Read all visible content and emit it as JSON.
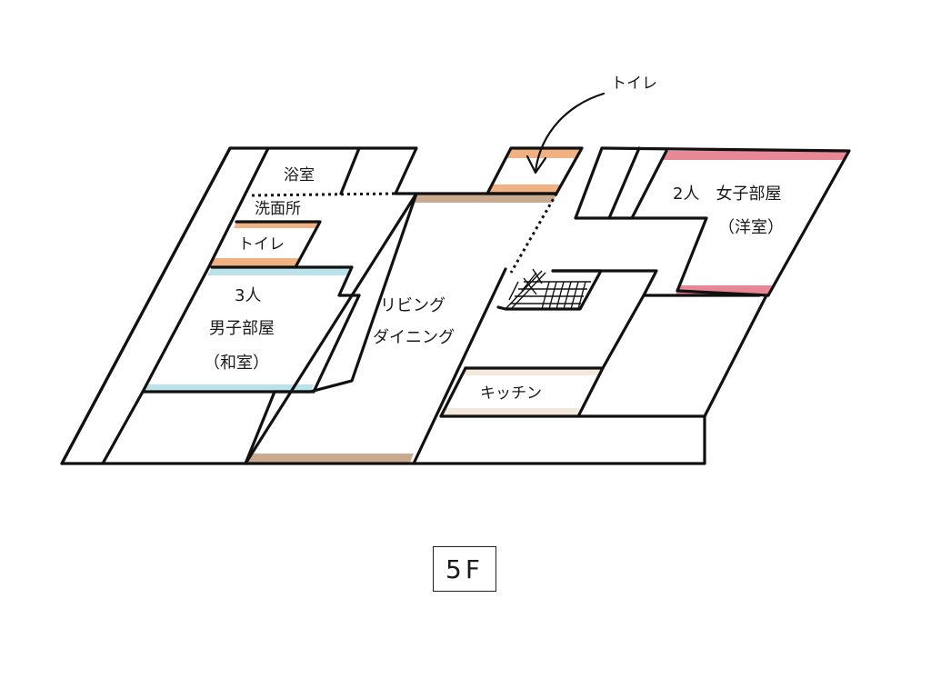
{
  "floor_label": "5F",
  "colors": {
    "wall": "#111111",
    "orange_marker": "#f0a874",
    "cyan_marker": "#b5e0ea",
    "pink_marker": "#e57a8a",
    "brown_marker": "#c4a182",
    "beige_marker": "#ead9c4"
  },
  "rooms": {
    "bath": "浴室",
    "washroom": "洗面所",
    "toilet_left": "トイレ",
    "boys_room": {
      "line1": "3人",
      "line2": "男子部屋",
      "line3": "（和室）"
    },
    "living": {
      "line1": "リビング",
      "line2": "ダイニング"
    },
    "kitchen": "キッチン",
    "girls_room": {
      "line1": "2人　女子部屋",
      "line2": "（洋室）"
    }
  },
  "annotation": {
    "toilet_callout": "トイレ",
    "icon": "curved-arrow-icon"
  }
}
